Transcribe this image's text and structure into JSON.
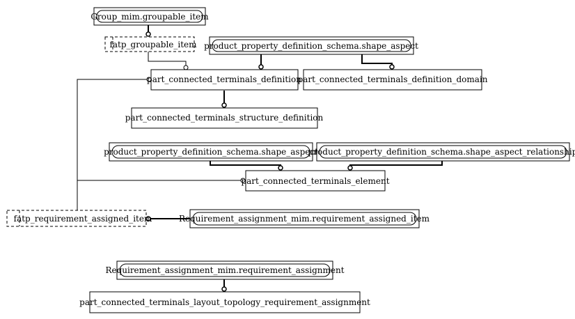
{
  "diagram": {
    "nodes": {
      "group_mim_groupable_item": "Group_mim.groupable_item",
      "fatp_groupable_item": "fatp_groupable_item",
      "shape_aspect_1": "product_property_definition_schema.shape_aspect",
      "pct_definition": "part_connected_terminals_definition",
      "pct_definition_domain": "part_connected_terminals_definition_domain",
      "pct_structure_definition": "part_connected_terminals_structure_definition",
      "shape_aspect_2": "product_property_definition_schema.shape_aspect",
      "shape_aspect_relationship": "product_property_definition_schema.shape_aspect_relationship",
      "pct_element": "part_connected_terminals_element",
      "fatp_requirement_assigned_item": "fatp_requirement_assigned_item",
      "requirement_assigned_item": "Requirement_assignment_mim.requirement_assigned_item",
      "requirement_assignment": "Requirement_assignment_mim.requirement_assignment",
      "pct_layout_topology_req_assignment": "part_connected_terminals_layout_topology_requirement_assignment"
    },
    "colors": {
      "stroke": "#000000",
      "background": "#ffffff"
    }
  }
}
